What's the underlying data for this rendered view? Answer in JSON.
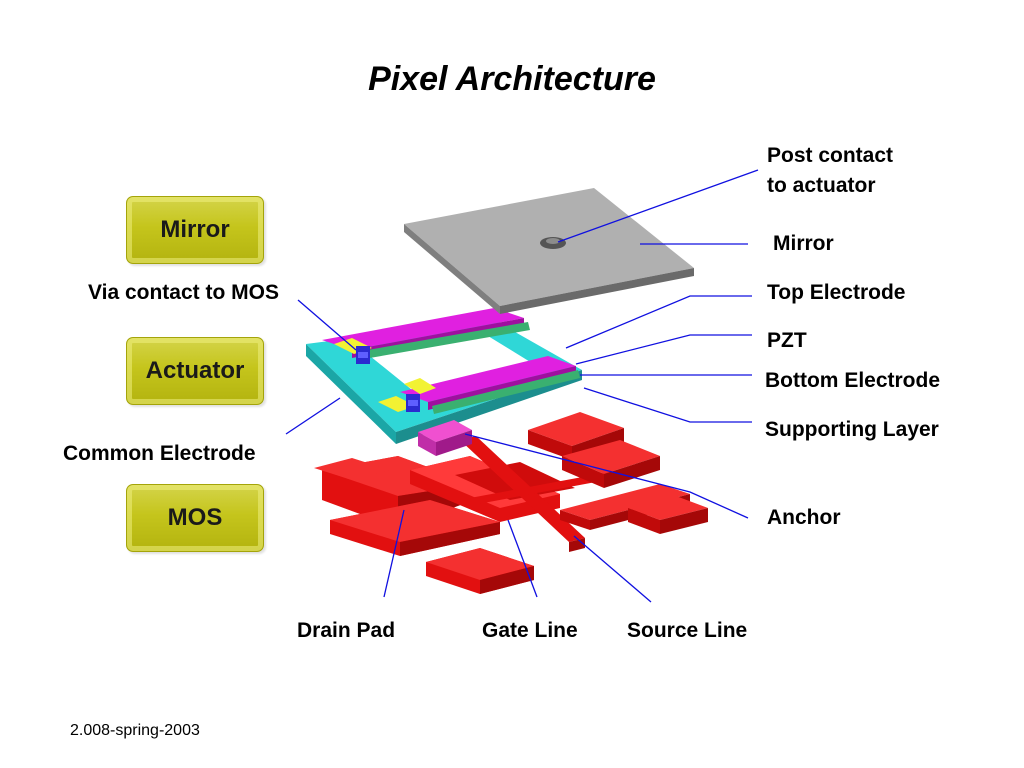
{
  "title": "Pixel Architecture",
  "layer_badges": [
    "Mirror",
    "Actuator",
    "MOS"
  ],
  "labels": {
    "post_contact_line1": "Post contact",
    "post_contact_line2": "to actuator",
    "mirror": "Mirror",
    "top_electrode": "Top Electrode",
    "pzt": "PZT",
    "bottom_electrode": "Bottom Electrode",
    "supporting_layer": "Supporting Layer",
    "anchor": "Anchor",
    "via_contact": "Via contact to MOS",
    "common_electrode": "Common Electrode",
    "drain_pad": "Drain Pad",
    "gate_line": "Gate Line",
    "source_line": "Source Line"
  },
  "footer": "2.008-spring-2003",
  "colors": {
    "badge": "#c5c51c",
    "mirror": "#b0b0b0",
    "actuator_cyan": "#33dddd",
    "actuator_magenta": "#e020e0",
    "actuator_green": "#3ab070",
    "mos_red": "#ee1111",
    "leader_line": "#1010e0"
  }
}
